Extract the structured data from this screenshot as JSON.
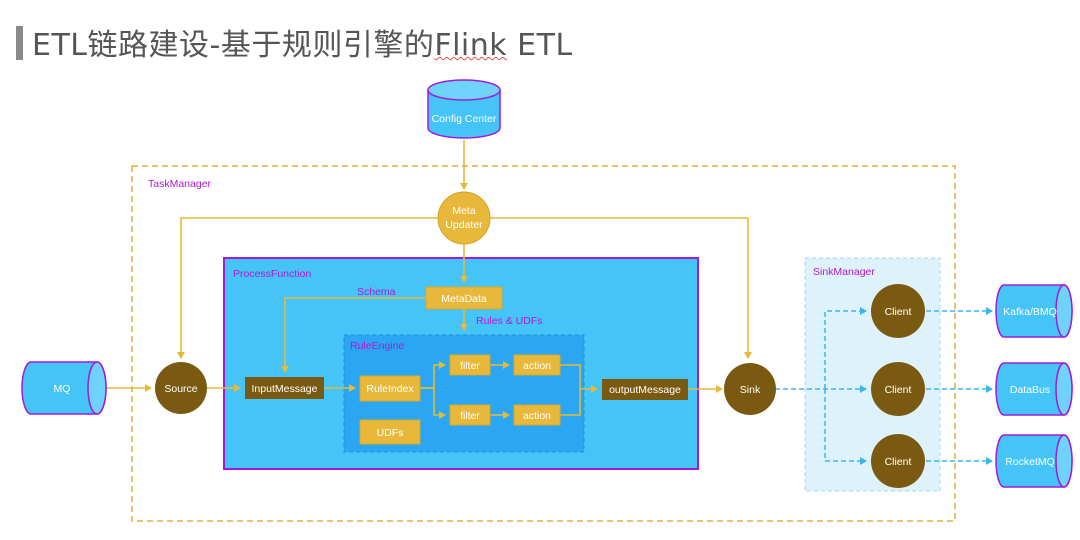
{
  "header": {
    "title_main": "ETL链路建设-基于规则引擎的",
    "title_tail": "Flink",
    "title_end": " ETL"
  },
  "diagram": {
    "config_center": "Config Center",
    "task_manager": "TaskManager",
    "meta_updater_line1": "Meta",
    "meta_updater_line2": "Updater",
    "process_function": "ProcessFunction",
    "schema": "Schema",
    "metadata": "MetaData",
    "rules_udfs": "Rules & UDFs",
    "rule_engine": "RuleEngine",
    "mq": "MQ",
    "source": "Source",
    "input_message": "InputMessage",
    "rule_index": "RuleIndex",
    "filter_top": "filter",
    "action_top": "action",
    "filter_bottom": "filter",
    "action_bottom": "action",
    "udfs": "UDFs",
    "output_message": "outputMessage",
    "sink": "Sink",
    "sink_manager": "SinkManager",
    "client_1": "Client",
    "client_2": "Client",
    "client_3": "Client",
    "kafka": "Kafka/BMQ",
    "databus": "DataBus",
    "rocketmq": "RocketMQ"
  },
  "colors": {
    "cyan": "#45c4f8",
    "blue_box": "#2aa6f2",
    "gold": "#e8b83a",
    "brown": "#7a5a10",
    "purple": "#b01ad0",
    "dashed_blue": "#3ab6ee"
  }
}
